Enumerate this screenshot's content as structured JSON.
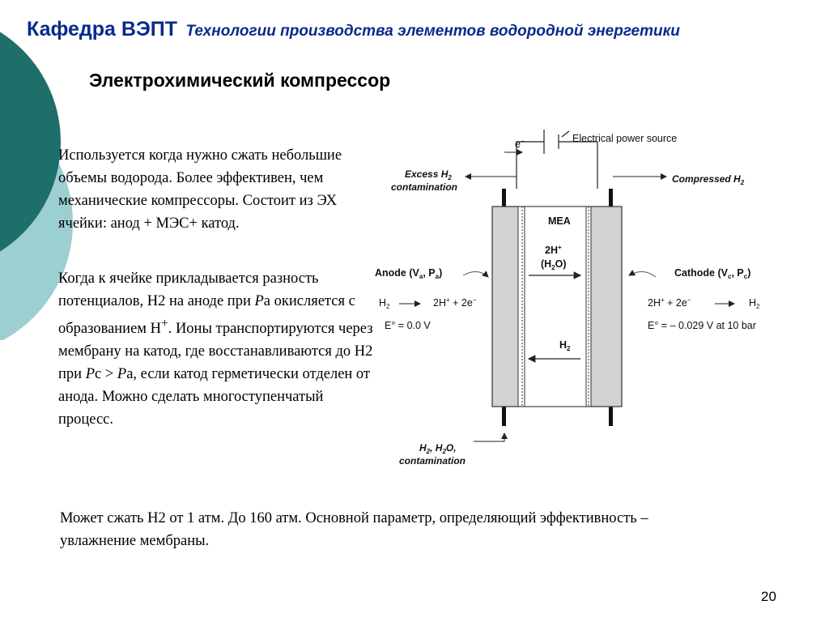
{
  "header": {
    "dept": "Кафедра ВЭПТ",
    "course": "Технологии производства элементов водородной энергетики"
  },
  "title": "Электрохимический компрессор",
  "paragraph1": "Используется когда нужно сжать небольшие объемы водорода. Более эффективен, чем механические компрессоры. Состоит из ЭХ ячейки: анод + МЭС+ катод.",
  "paragraph2": {
    "t1": "Когда к ячейке прикладывается разность потенциалов, Н2 на аноде при ",
    "p": "P",
    "t2": "а окисляется с образованием Н",
    "sup": "+",
    "t3": ". Ионы транспортируются через мембрану на катод, где восстанавливаются до Н2 при ",
    "p2": "P",
    "t4": "с > ",
    "p3": "P",
    "t5": "а, если катод герметически отделен от анода. Можно сделать многоступенчатый  процесс."
  },
  "paragraph3": "Может сжать Н2 от 1 атм. До 160 атм. Основной параметр, определяющий эффективность – увлажнение мембраны.",
  "page_number": "20",
  "colors": {
    "header": "#0a2a8c",
    "deco_dark": "#1e6e6a",
    "deco_light": "#9ccfcf"
  },
  "diagram": {
    "e_label": "e",
    "e_sup": "−",
    "power_source": "Electrical power source",
    "excess_h": "Excess H",
    "excess_sub": "2",
    "contamination": "contamination",
    "compressed_h": "Compressed H",
    "compressed_sub": "2",
    "mea": "MEA",
    "h_plus_a": "2H",
    "h_plus_sup": "+",
    "h2o_open": "(H",
    "h2o_sub": "2",
    "h2o_close": "O)",
    "anode": "Anode (V",
    "anode_sub_a": "a",
    "anode_mid": ", P",
    "anode_close": ")",
    "cathode": "Cathode (V",
    "cathode_sub_c": "c",
    "cathode_mid": ", P",
    "cathode_close": ")",
    "h2_left": "H",
    "h2_left_sub": "2",
    "reaction_left": "2H",
    "reaction_left_rest": " + 2e",
    "reaction_right": "2H",
    "reaction_right_rest": " + 2e",
    "h2_right": "H",
    "h2_right_sub": "2",
    "e0_left": "E° = 0.0 V",
    "e0_right": "E° = – 0.029 V at 10 bar",
    "h2_mid": "H",
    "h2_mid_sub": "2",
    "feed_h2": "H",
    "feed_sub1": "2",
    "feed_mid": ", H",
    "feed_sub2": "2",
    "feed_o": "O,",
    "feed_contamination": "contamination"
  }
}
